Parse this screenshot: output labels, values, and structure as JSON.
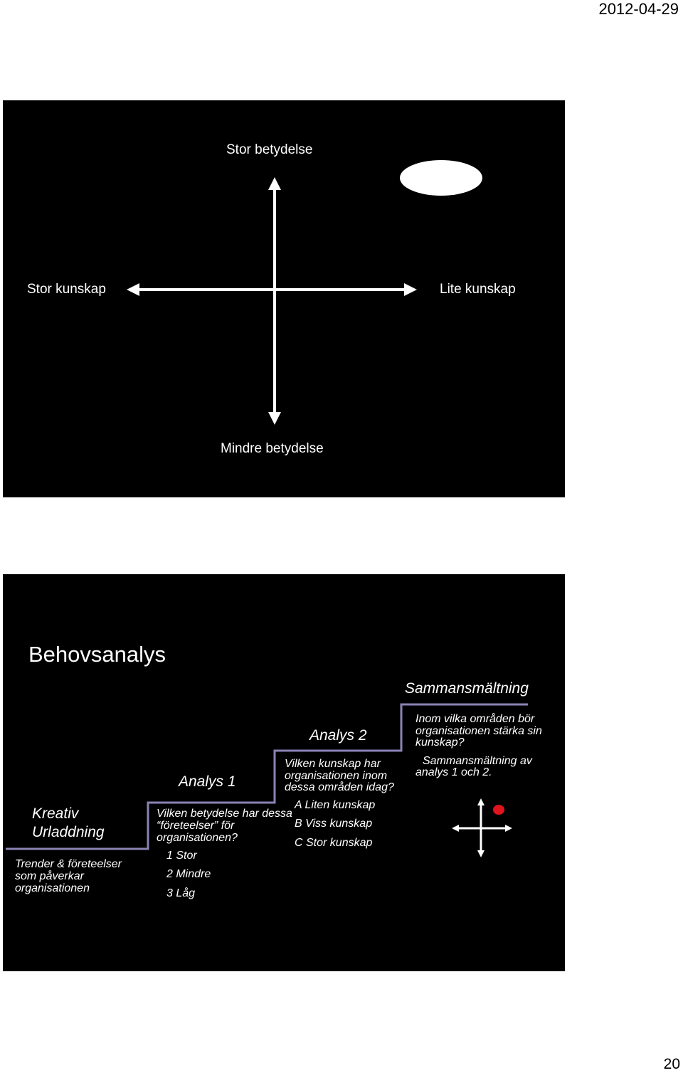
{
  "header": {
    "date": "2012-04-29"
  },
  "footer": {
    "page_number": "20"
  },
  "slide1": {
    "top_label": "Stor betydelse",
    "bottom_label": "Mindre betydelse",
    "left_label": "Stor  kunskap",
    "right_label": "Lite kunskap",
    "marker_color": "#ffffff"
  },
  "slide2": {
    "title": "Behovsanalys",
    "step1": {
      "heading_line1": "Kreativ",
      "heading_line2": "Urladdning",
      "desc_line1": "Trender & företeelser",
      "desc_line2": "som påverkar",
      "desc_line3": "organisationen"
    },
    "step2": {
      "heading": "Analys 1",
      "question_line1": "Vilken betydelse har dessa",
      "question_line2": "“företeelser” för",
      "question_line3": "organisationen?",
      "options": [
        "1 Stor",
        "2 Mindre",
        "3 Låg"
      ]
    },
    "step3": {
      "heading": "Analys 2",
      "question_line1": "Vilken kunskap har",
      "question_line2": "organisationen inom",
      "question_line3": "dessa områden idag?",
      "options": [
        "A Liten kunskap",
        "B Viss kunskap",
        "C Stor kunskap"
      ]
    },
    "step4": {
      "heading": "Sammansmältning",
      "question_line1": "Inom vilka områden bör",
      "question_line2": "organisationen stärka sin",
      "question_line3": "kunskap?",
      "note_line1": "Sammansmältning av",
      "note_line2": "analys 1 och 2.",
      "dot_color": "#e0141c"
    },
    "stair_color": "#8a83b4"
  }
}
